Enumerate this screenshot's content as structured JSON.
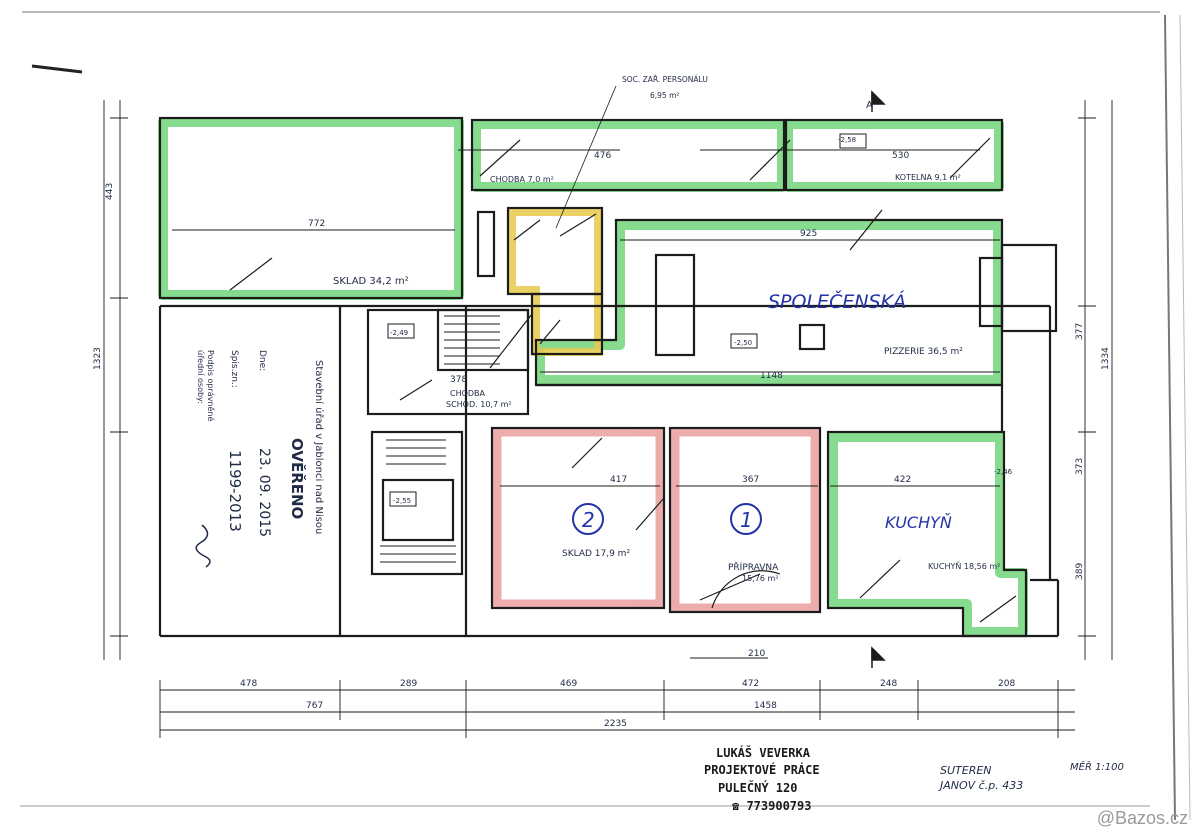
{
  "rooms": {
    "sklad_left": "SKLAD 34,2 m²",
    "chodba_top": "CHODBA 7,0 m²",
    "kotelna": "KOTELNA 9,1 m²",
    "zazemi": "SOC. ZAŘ. PERSONÁLU",
    "zazemi_area": "6,95 m²",
    "spolecenska": "SPOLEČENSKÁ",
    "pizzerie": "PIZZERIE 36,5 m²",
    "chodba_schod": "CHODBA",
    "schodiste": "SCHOD. 10,7 m²",
    "sklad_mid": "SKLAD 17,9 m²",
    "pripravna": "PŘÍPRAVNA",
    "pripravna_area": "15,76 m²",
    "kuchyn": "KUCHYŇ",
    "kuchyn_label": "KUCHYŇ 18,56 m²",
    "num2": "2",
    "num1": "1"
  },
  "dimensions": {
    "d772": "772",
    "d476": "476",
    "d530": "530",
    "d925": "925",
    "d1148": "1148",
    "d417": "417",
    "d367": "367",
    "d422": "422",
    "d378": "378",
    "d478": "478",
    "d289": "289",
    "d469": "469",
    "d472": "472",
    "d248": "248",
    "d208": "208",
    "d767": "767",
    "d1458": "1458",
    "d2235": "2235",
    "d210": "210",
    "v443": "443",
    "v1323": "1323",
    "v1334": "1334",
    "v377": "377",
    "v373": "373",
    "v389": "389",
    "h258": "-2,58",
    "h249": "-2,49",
    "h250": "-2,50",
    "h255": "-2,55",
    "h246": "-2,46"
  },
  "stamp": {
    "office": "Stavební úřad v Jablonci nad Nisou",
    "verified": "OVĚŘENO",
    "date": "23. 09. 2015",
    "ref_no": "1199-2013",
    "dne": "Dne:",
    "spis": "Spis.zn.:",
    "osoba_1": "Podpis oprávněné",
    "osoba_2": "úřední osoby:"
  },
  "title_block": {
    "line1": "LUKÁŠ VEVERKA",
    "line2": "PROJEKTOVÉ PRÁCE",
    "line3": "PULEČNÝ 120",
    "line4": "☎ 773900793",
    "sheet": "SUTEREN",
    "address": "JANOV č.p. 433",
    "scale": "MĚŘ 1:100",
    "section_mark": "A"
  },
  "watermark": "@Bazos.cz",
  "colors": {
    "green": "#5fcf6a",
    "yellow": "#e8c84a",
    "red": "#e58a8a",
    "line": "#1c1c1c",
    "blue_ink": "#2233a8"
  }
}
